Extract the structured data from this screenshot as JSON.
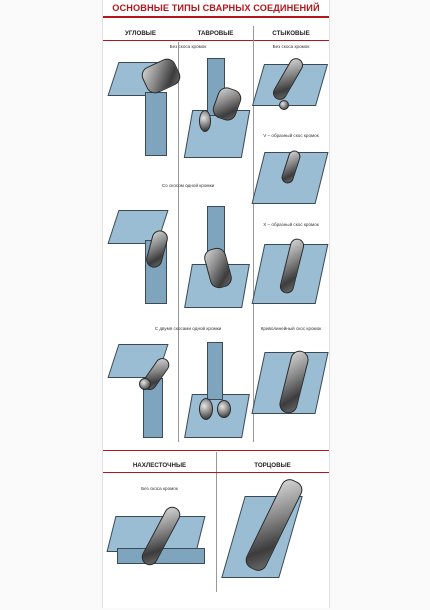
{
  "title": "ОСНОВНЫЕ ТИПЫ СВАРНЫХ СОЕДИНЕНИЙ",
  "columns": [
    "УГЛОВЫЕ",
    "ТАВРОВЫЕ",
    "СТЫКОВЫЕ"
  ],
  "bottom_columns": [
    "НАХЛЕСТОЧНЫЕ",
    "ТОРЦОВЫЕ"
  ],
  "labels": {
    "corner_tee_row1": "Без скоса кромок",
    "corner_tee_row2": "Со скосом одной кромки",
    "corner_tee_row3": "С двумя скосами одной кромки",
    "butt_1": "Без скоса кромок",
    "butt_2": "V – образный скос кромок",
    "butt_3": "X – образный скос кромок",
    "butt_4": "Криволинейный скос кромок",
    "lap_1": "Без скоса кромок"
  }
}
